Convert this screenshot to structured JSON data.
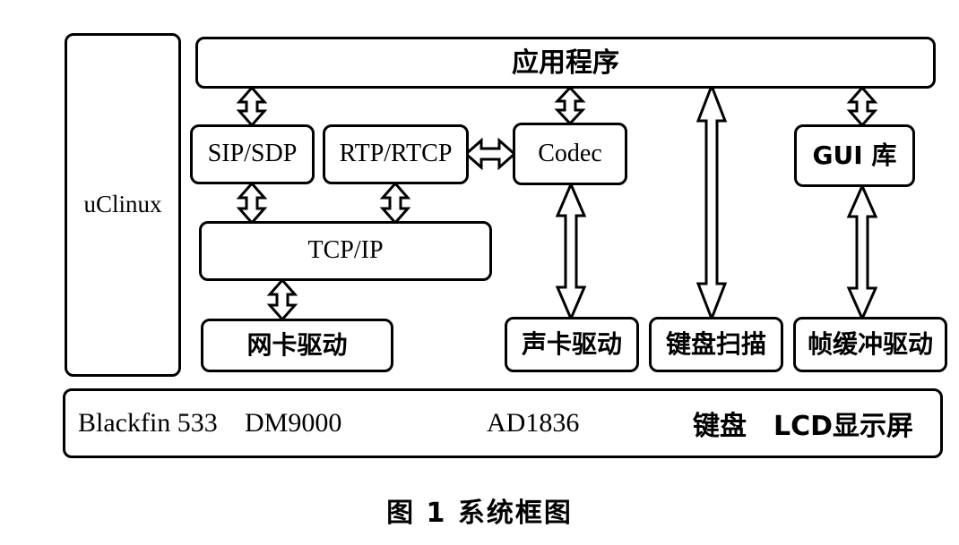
{
  "diagram": {
    "caption": "图 1  系统框图",
    "os": {
      "label": "uClinux"
    },
    "application": {
      "label": "应用程序"
    },
    "middleware": [
      {
        "id": "sip",
        "label": "SIP/SDP"
      },
      {
        "id": "rtp",
        "label": "RTP/RTCP"
      },
      {
        "id": "codec",
        "label": "Codec"
      },
      {
        "id": "gui",
        "label": "GUI 库"
      }
    ],
    "stack": [
      {
        "id": "tcpip",
        "label": "TCP/IP"
      }
    ],
    "drivers": [
      {
        "id": "nic",
        "label": "网卡驱动"
      },
      {
        "id": "snd",
        "label": "声卡驱动"
      },
      {
        "id": "kbd",
        "label": "键盘扫描"
      },
      {
        "id": "fb",
        "label": "帧缓冲驱动"
      }
    ],
    "hardware": {
      "items": [
        {
          "id": "blackfin",
          "label": "Blackfin 533"
        },
        {
          "id": "dm9000",
          "label": "DM9000"
        },
        {
          "id": "ad1836",
          "label": "AD1836"
        },
        {
          "id": "keyboard",
          "label": "键盘"
        },
        {
          "id": "lcd",
          "label": "LCD显示屏"
        }
      ]
    },
    "connections": [
      {
        "from": "application",
        "to": "sip",
        "type": "bidirectional"
      },
      {
        "from": "application",
        "to": "codec",
        "type": "bidirectional"
      },
      {
        "from": "application",
        "to": "kbd",
        "type": "bidirectional"
      },
      {
        "from": "application",
        "to": "gui",
        "type": "bidirectional"
      },
      {
        "from": "rtp",
        "to": "codec",
        "type": "bidirectional"
      },
      {
        "from": "sip",
        "to": "tcpip",
        "type": "bidirectional"
      },
      {
        "from": "rtp",
        "to": "tcpip",
        "type": "bidirectional"
      },
      {
        "from": "tcpip",
        "to": "nic",
        "type": "bidirectional"
      },
      {
        "from": "codec",
        "to": "snd",
        "type": "bidirectional"
      },
      {
        "from": "gui",
        "to": "fb",
        "type": "bidirectional"
      }
    ],
    "colors": {
      "stroke": "#000000",
      "fill": "#ffffff"
    }
  }
}
